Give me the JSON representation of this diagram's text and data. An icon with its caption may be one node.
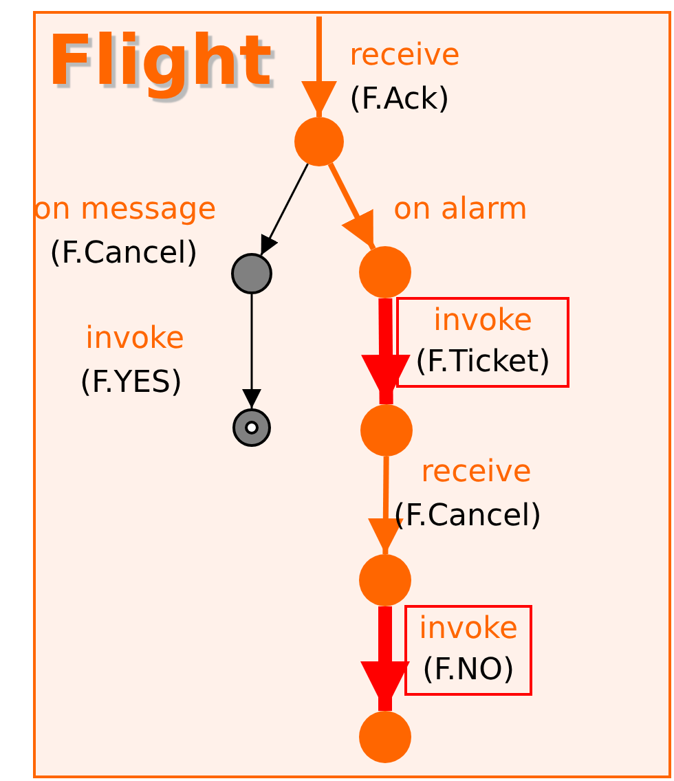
{
  "diagram": {
    "nodes": [
      {
        "text": [
          "Flight"
        ]
      },
      {
        "text": [],
        "shape": "circle",
        "in": 0
      },
      {
        "text": [],
        "shape": "circle",
        "in": 0
      },
      {
        "text": [],
        "shape": "circle",
        "in": 0
      },
      {
        "text": [],
        "shape": "circle",
        "in": 0
      },
      {
        "text": [],
        "shape": "circle",
        "in": 0
      },
      {
        "text": [],
        "shape": "circle",
        "in": 0
      },
      {
        "text": [],
        "shape": "circle",
        "in": 0
      },
      {
        "text": [
          "invoke",
          "(F.Ticket)"
        ],
        "in": 0
      },
      {
        "text": [
          "invoke",
          "(F.NO)"
        ],
        "in": 0
      }
    ],
    "edges": [
      {
        "from": null,
        "to": 1,
        "arrow": "to",
        "label": "receive"
      },
      {
        "from": 1,
        "to": 2,
        "arrow": "to",
        "label": "on message",
        "color": "#000000"
      },
      {
        "from": 1,
        "to": 3,
        "arrow": "to",
        "label": "on alarm"
      },
      {
        "from": 2,
        "to": 4,
        "arrow": "to",
        "label": "invoke",
        "color": "#000000"
      },
      {
        "from": 3,
        "to": 5,
        "arrow": "to",
        "style": "thick",
        "color": "#ff0000"
      },
      {
        "from": 5,
        "to": 6,
        "arrow": "to",
        "label": "receive"
      },
      {
        "from": 6,
        "to": 7,
        "arrow": "to",
        "style": "thick",
        "color": "#ff0000"
      }
    ],
    "labels": [
      "(F.Ack)",
      "(F.Cancel)",
      "(F.YES)",
      "(F.Cancel)"
    ]
  }
}
